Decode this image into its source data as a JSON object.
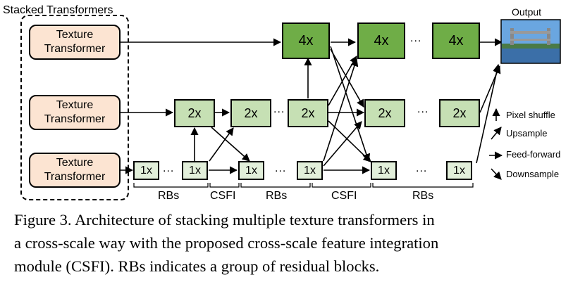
{
  "diagram": {
    "group_label": "Stacked Transformers",
    "output_label": "Output",
    "texture_transformer_label": "Texture Transformer",
    "texture_transformers": [
      "Texture Transformer",
      "Texture Transformer",
      "Texture Transformer"
    ],
    "blocks": {
      "scale4": "4x",
      "scale2": "2x",
      "scale1": "1x"
    },
    "ellipsis": "...",
    "bottom_labels": [
      "RBs",
      "CSFI",
      "RBs",
      "CSFI",
      "RBs"
    ],
    "legend": [
      {
        "icon": "arrow-up-icon",
        "label": "Pixel shuffle"
      },
      {
        "icon": "arrow-diagonal-up-icon",
        "label": "Upsample"
      },
      {
        "icon": "arrow-right-icon",
        "label": "Feed-forward"
      },
      {
        "icon": "arrow-diagonal-down-icon",
        "label": "Downsample"
      }
    ],
    "colors": {
      "transformer_fill": "#fce4d2",
      "block_4x": "#6fad47",
      "block_2x": "#c6e0b4",
      "block_1x": "#e2efda"
    }
  },
  "caption_lines": [
    "Figure 3. Architecture of stacking multiple texture transformers in",
    "a cross-scale way with the proposed cross-scale feature integration",
    "module (CSFI). RBs indicates a group of residual blocks."
  ]
}
